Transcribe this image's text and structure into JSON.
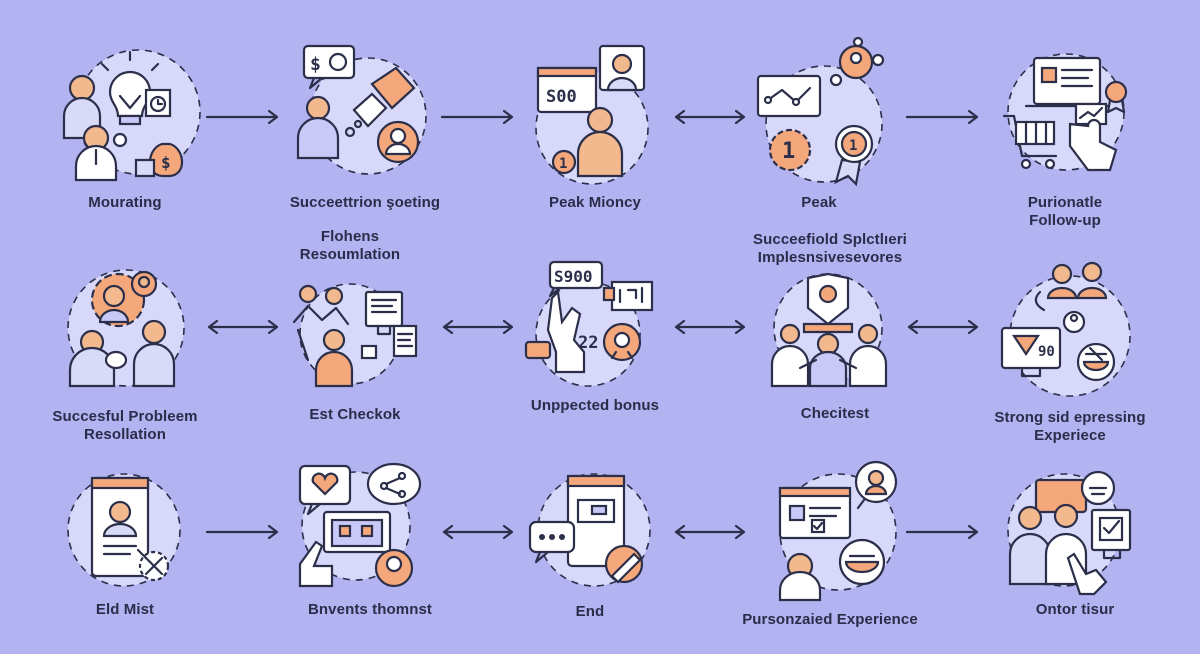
{
  "colors": {
    "background": "#b3b3f1",
    "ink": "#2b2f4a",
    "skin": "#f2b88e",
    "accent": "#f4a77a",
    "circle": "#d8d8fb"
  },
  "nodes": [
    {
      "label_lines": [
        "Mourating"
      ],
      "icons": [
        "lightbulb-icon",
        "person-icon",
        "clock-icon",
        "money-bag-icon"
      ],
      "badge": ""
    },
    {
      "label_lines": [
        "Succeettrion şoeting"
      ],
      "icons": [
        "speech-bubble-icon",
        "person-icon",
        "handshake-icon",
        "avatar-icon"
      ],
      "badge": "$"
    },
    {
      "label_lines": [
        "Peak Mioncy"
      ],
      "icons": [
        "price-board-icon",
        "person-icon",
        "medal-icon"
      ],
      "badge": "S00"
    },
    {
      "label_lines": [
        "Peak"
      ],
      "icons": [
        "network-icon",
        "award-icon",
        "gear-icon"
      ],
      "badge": "1"
    },
    {
      "label_lines": [
        "Purionatle",
        "Follow-up"
      ],
      "icons": [
        "laptop-icon",
        "shopping-cart-icon",
        "hand-pointer-icon",
        "certificate-icon"
      ],
      "badge": ""
    },
    {
      "label_lines": [
        "Succesful Probleem",
        "Resollation"
      ],
      "icons": [
        "gear-icon",
        "person-icon",
        "speech-icon"
      ],
      "badge": ""
    },
    {
      "label_lines": [
        "Flohens",
        "Resoumlation"
      ],
      "icons": [],
      "badge": ""
    },
    {
      "label_lines": [
        "Est Checkok"
      ],
      "icons": [
        "people-icon",
        "monitor-icon",
        "document-icon"
      ],
      "badge": ""
    },
    {
      "label_lines": [
        "Unppected bonus"
      ],
      "icons": [
        "price-tag-icon",
        "hand-icon",
        "gift-icon"
      ],
      "badge": "S900"
    },
    {
      "label_lines": [
        "Succeefiold Splctlıeri",
        "Implesnsivesevores"
      ],
      "icons": [],
      "badge": ""
    },
    {
      "label_lines": [
        "Checitest"
      ],
      "icons": [
        "person-icon",
        "people-icon",
        "hands-icon"
      ],
      "badge": ""
    },
    {
      "label_lines": [
        "Strong sid epressing",
        "Experiece"
      ],
      "icons": [
        "people-icon",
        "monitor-icon",
        "gift-icon"
      ],
      "badge": "90"
    },
    {
      "label_lines": [
        "Eld Mist"
      ],
      "icons": [
        "phone-icon",
        "person-icon",
        "cursor-icon"
      ],
      "badge": ""
    },
    {
      "label_lines": [
        "Bnvents thomnst"
      ],
      "icons": [
        "heart-bubble-icon",
        "share-icon",
        "laptop-icon",
        "hand-icon"
      ],
      "badge": ""
    },
    {
      "label_lines": [
        "End"
      ],
      "icons": [
        "chat-icon",
        "phone-icon",
        "feather-icon"
      ],
      "badge": ""
    },
    {
      "label_lines": [
        "Pursonzaied Experience"
      ],
      "icons": [
        "monitor-icon",
        "person-icon",
        "gift-icon"
      ],
      "badge": ""
    },
    {
      "label_lines": [
        "Ontor tisur"
      ],
      "icons": [
        "people-icon",
        "checklist-icon",
        "hand-pointer-icon"
      ],
      "badge": ""
    }
  ],
  "arrows": [
    {
      "from": "Mourating",
      "to": "Succeettrion şoeting",
      "style": "right"
    },
    {
      "from": "Succeettrion şoeting",
      "to": "Peak Mioncy",
      "style": "right"
    },
    {
      "from": "Peak Mioncy",
      "to": "Peak",
      "style": "both"
    },
    {
      "from": "Peak",
      "to": "Purionatle Follow-up",
      "style": "right"
    },
    {
      "from": "Succesful Probleem Resollation",
      "to": "Est Checkok",
      "style": "both"
    },
    {
      "from": "Est Checkok",
      "to": "Unppected bonus",
      "style": "both"
    },
    {
      "from": "Unppected bonus",
      "to": "Checitest",
      "style": "both"
    },
    {
      "from": "Checitest",
      "to": "Strong sid epressing Experiece",
      "style": "both"
    },
    {
      "from": "Eld Mist",
      "to": "Bnvents thomnst",
      "style": "right"
    },
    {
      "from": "Bnvents thomnst",
      "to": "End",
      "style": "both"
    },
    {
      "from": "End",
      "to": "Pursonzaied Experience",
      "style": "both"
    },
    {
      "from": "Pursonzaied Experience",
      "to": "Ontor tisur",
      "style": "right"
    }
  ]
}
